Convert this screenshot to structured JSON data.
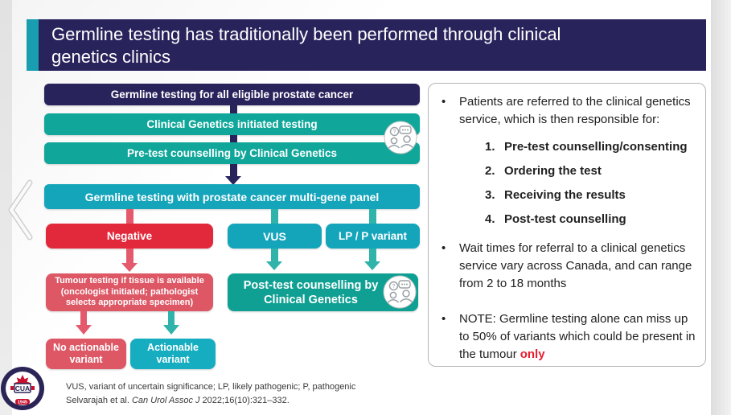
{
  "title": {
    "line1": "Germline testing has traditionally been performed through clinical",
    "line2": "genetics clinics"
  },
  "colors": {
    "navy": "#29235C",
    "accent": "#189EB0",
    "teal": "#10A79A",
    "cyan": "#15A5BB",
    "cyan2": "#16ADC1",
    "green": "#0FA093",
    "red": "#E2293C",
    "salmon": "#DD5765",
    "red-arrow": "#E4596B",
    "teal-arrow": "#2FB3AA",
    "note-red": "#E81C2E"
  },
  "flow": {
    "eligible": "Germline testing for all eligible prostate cancer",
    "initiated": "Clinical Genetics initiated testing",
    "pretest": "Pre-test counselling by Clinical Genetics",
    "panel_test": "Germline testing with prostate cancer multi-gene panel",
    "negative": "Negative",
    "vus": "VUS",
    "lp_p": "LP / P variant",
    "tumour": "Tumour testing if tissue is available (oncologist initiated; pathologist selects appropriate specimen)",
    "posttest": "Post-test counselling by Clinical Genetics",
    "no_actionable": "No actionable variant",
    "actionable": "Actionable variant"
  },
  "panel": {
    "bullet1": "Patients are referred to the clinical genetics service, which is then responsible for:",
    "list": [
      {
        "num": "1.",
        "label": "Pre-test counselling/consenting"
      },
      {
        "num": "2.",
        "label": "Ordering the test"
      },
      {
        "num": "3.",
        "label": "Receiving the results"
      },
      {
        "num": "4.",
        "label": "Post-test counselling"
      }
    ],
    "bullet2": "Wait times for referral to a clinical genetics service vary across Canada, and can range from 2 to 18 months",
    "bullet3_text": "NOTE: Germline testing alone can miss up to 50% of variants which could be present in the tumour",
    "bullet3_highlight": "only"
  },
  "footnote": {
    "line1": "VUS, variant of uncertain significance; LP, likely pathogenic; P, pathogenic",
    "line2_pre": "Selvarajah et al. ",
    "line2_italic": "Can Urol Assoc J",
    "line2_post": " 2022;16(10):321–332."
  },
  "logo": {
    "abbr": "CUA",
    "year": "1945"
  }
}
